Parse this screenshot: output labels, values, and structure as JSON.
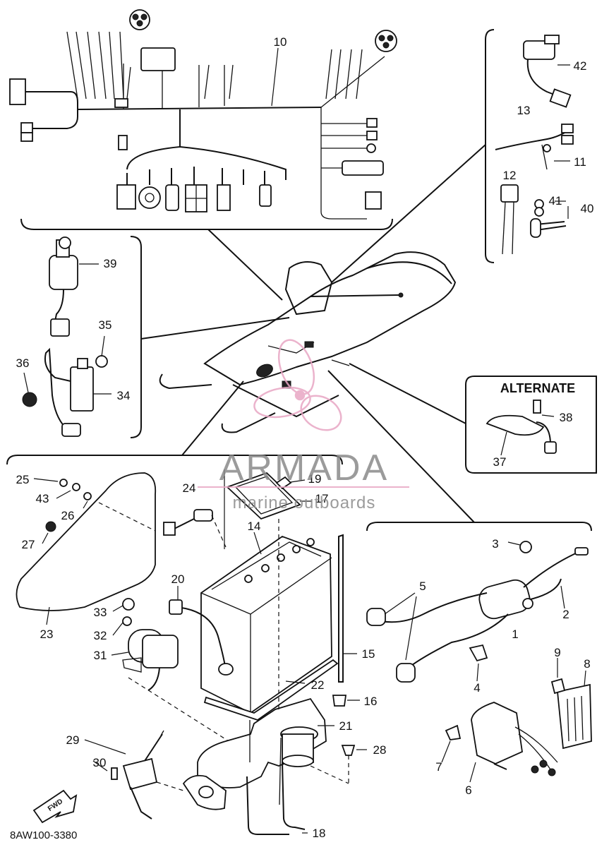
{
  "diagram": {
    "callouts": {
      "c1": "1",
      "c2": "2",
      "c3": "3",
      "c4": "4",
      "c5": "5",
      "c6": "6",
      "c7": "7",
      "c8": "8",
      "c9": "9",
      "c10": "10",
      "c11": "11",
      "c12": "12",
      "c13": "13",
      "c14": "14",
      "c15": "15",
      "c16": "16",
      "c17": "17",
      "c18": "18",
      "c19": "19",
      "c20": "20",
      "c21": "21",
      "c22": "22",
      "c23": "23",
      "c24": "24",
      "c25": "25",
      "c26": "26",
      "c27": "27",
      "c28": "28",
      "c29": "29",
      "c30": "30",
      "c31": "31",
      "c32": "32",
      "c33": "33",
      "c34": "34",
      "c35": "35",
      "c36": "36",
      "c37": "37",
      "c38": "38",
      "c39": "39",
      "c40": "40",
      "c41": "41",
      "c42": "42",
      "c43": "43"
    },
    "alternate_label": "ALTERNATE",
    "fwd_label": "FWD",
    "drawing_code": "8AW100-3380"
  },
  "watermark": {
    "brand": "ARMADA",
    "tagline": "marine outboards",
    "brand_color": "#8a8a8a",
    "logo_color": "#e8a6c4"
  }
}
